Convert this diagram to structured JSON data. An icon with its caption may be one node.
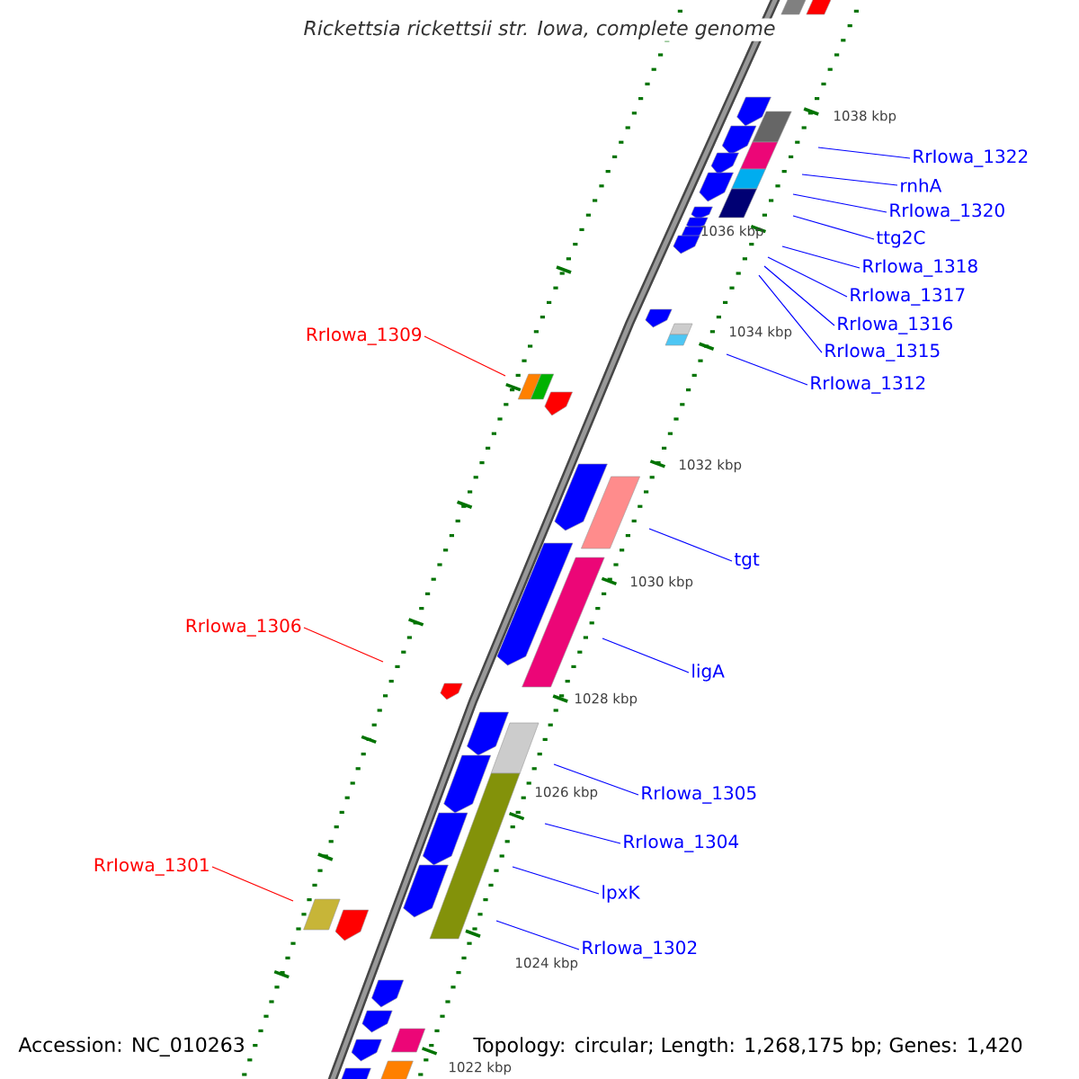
{
  "diagram": {
    "title": "Rickettsia rickettsii str. Iowa, complete genome",
    "nodes": [
      {
        "text": [
          "RrIowa_1322"
        ]
      },
      {
        "text": [
          "rnhA"
        ]
      },
      {
        "text": [
          "RrIowa_1320"
        ]
      },
      {
        "text": [
          "ttg2C"
        ]
      },
      {
        "text": [
          "RrIowa_1318"
        ]
      },
      {
        "text": [
          "RrIowa_1317"
        ]
      },
      {
        "text": [
          "RrIowa_1316"
        ]
      },
      {
        "text": [
          "RrIowa_1315"
        ]
      },
      {
        "text": [
          "RrIowa_1309"
        ]
      },
      {
        "text": [
          "RrIowa_1312"
        ]
      },
      {
        "text": [
          "tgt"
        ]
      },
      {
        "text": [
          "RrIowa_1306"
        ]
      },
      {
        "text": [
          "ligA"
        ]
      },
      {
        "text": [
          "RrIowa_1305"
        ]
      },
      {
        "text": [
          "RrIowa_1304"
        ]
      },
      {
        "text": [
          "RrIowa_1301"
        ]
      },
      {
        "text": [
          "lpxK"
        ]
      },
      {
        "text": [
          "RrIowa_1302"
        ]
      }
    ],
    "edges": [
      {
        "from": 0,
        "to": null,
        "arrow": "none"
      },
      {
        "from": 1,
        "to": null,
        "arrow": "none"
      },
      {
        "from": 2,
        "to": null,
        "arrow": "none"
      },
      {
        "from": 3,
        "to": null,
        "arrow": "none"
      },
      {
        "from": 4,
        "to": null,
        "arrow": "none"
      },
      {
        "from": 5,
        "to": null,
        "arrow": "none"
      },
      {
        "from": 6,
        "to": null,
        "arrow": "none"
      },
      {
        "from": 7,
        "to": null,
        "arrow": "none"
      },
      {
        "from": 8,
        "to": null,
        "arrow": "none",
        "color": "#ff0000"
      },
      {
        "from": 9,
        "to": null,
        "arrow": "none"
      },
      {
        "from": 10,
        "to": null,
        "arrow": "none"
      },
      {
        "from": 11,
        "to": null,
        "arrow": "none",
        "color": "#ff0000"
      },
      {
        "from": 12,
        "to": null,
        "arrow": "none"
      },
      {
        "from": 13,
        "to": null,
        "arrow": "none"
      },
      {
        "from": 14,
        "to": null,
        "arrow": "none"
      },
      {
        "from": 15,
        "to": null,
        "arrow": "none",
        "color": "#ff0000"
      },
      {
        "from": 16,
        "to": null,
        "arrow": "none"
      },
      {
        "from": 17,
        "to": null,
        "arrow": "none"
      }
    ],
    "labels": [
      "1038 kbp",
      "1036 kbp",
      "1034 kbp",
      "1032 kbp",
      "1030 kbp",
      "1028 kbp",
      "1026 kbp",
      "1024 kbp",
      "Accession: NC_010263",
      "Topology: circular; Length: 1,268,175 bp; Genes: 1,420",
      "1022 kbp"
    ]
  }
}
